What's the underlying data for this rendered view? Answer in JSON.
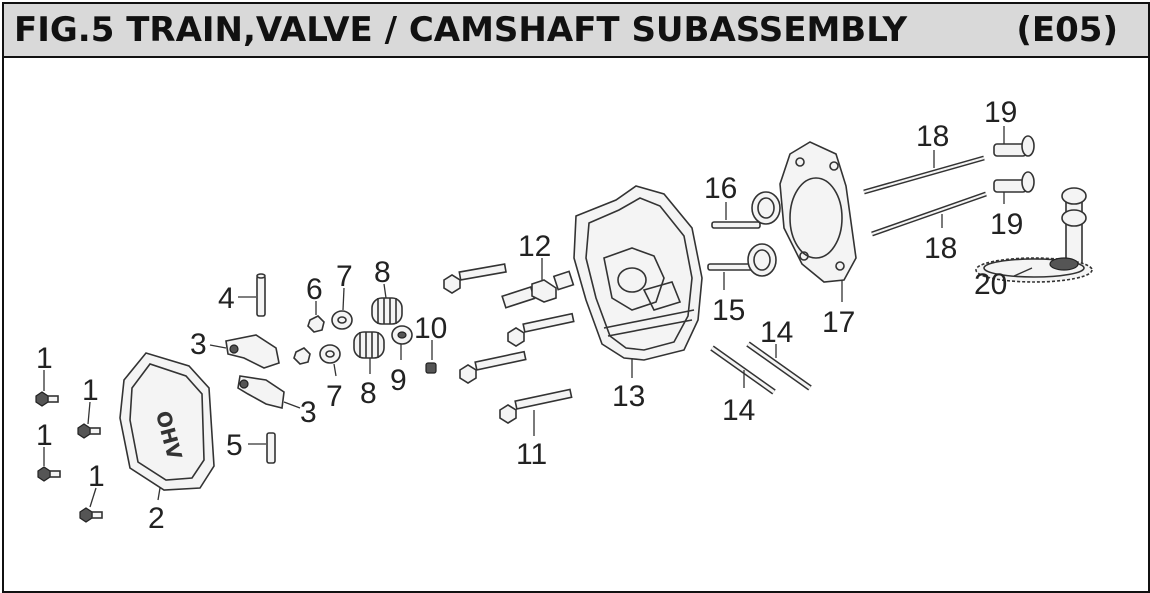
{
  "header": {
    "title": "FIG.5 TRAIN,VALVE / CAMSHAFT SUBASSEMBLY",
    "code": "(E05)"
  },
  "callouts": {
    "c1a": "1",
    "c1b": "1",
    "c1c": "1",
    "c1d": "1",
    "c2": "2",
    "c3a": "3",
    "c3b": "3",
    "c4": "4",
    "c5": "5",
    "c6": "6",
    "c7a": "7",
    "c7b": "7",
    "c8a": "8",
    "c8b": "8",
    "c9": "9",
    "c10": "10",
    "c11": "11",
    "c12": "12",
    "c13": "13",
    "c14a": "14",
    "c14b": "14",
    "c15": "15",
    "c16": "16",
    "c17": "17",
    "c18a": "18",
    "c18b": "18",
    "c19a": "19",
    "c19b": "19",
    "c20": "20"
  },
  "cover_marking": "OHV"
}
